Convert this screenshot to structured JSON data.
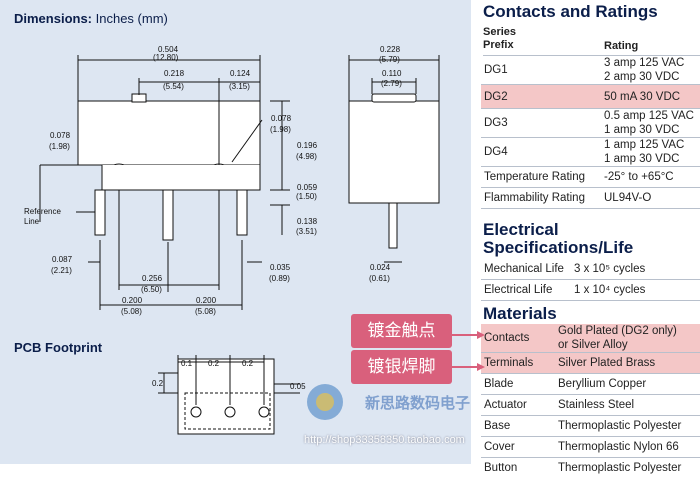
{
  "left": {
    "dims_bold": "Dimensions:",
    "dims_rest": " Inches (mm)",
    "pcb_title": "PCB Footprint",
    "dims": {
      "d1": "0.504",
      "d1m": "(12.80)",
      "d2": "0.218",
      "d2m": "(5.54)",
      "d3": "0.124",
      "d3m": "(3.15)",
      "d4": "0.228",
      "d4m": "(5.79)",
      "d5": "0.110",
      "d5m": "(2.79)",
      "d6": "0.078",
      "d6m": "(1.98)",
      "d7": "0.078",
      "d7m": "(1.98)",
      "d8": "0.196",
      "d8m": "(4.98)",
      "d9": "0.059",
      "d9m": "(1.50)",
      "d10": "0.138",
      "d10m": "(3.51)",
      "d11": "0.087",
      "d11m": "(2.21)",
      "d12": "0.256",
      "d12m": "(6.50)",
      "d13": "0.200",
      "d13m": "(5.08)",
      "d14": "0.200",
      "d14m": "(5.08)",
      "d15": "0.035",
      "d15m": "(0.89)",
      "d16": "0.024",
      "d16m": "(0.61)",
      "ref1": "Reference",
      "ref2": "Line",
      "p1": "0.1",
      "p2": "0.2",
      "p3": "0.2",
      "p4": "0.2",
      "p5": "0.05"
    }
  },
  "contacts": {
    "title": "Contacts and Ratings",
    "col1a": "Series",
    "col1b": "Prefix",
    "col2": "Rating",
    "rows": [
      {
        "prefix": "DG1",
        "l1": "3 amp 125 VAC",
        "l2": "2 amp 30 VDC"
      },
      {
        "prefix": "DG2",
        "l1": "50 mA 30 VDC",
        "l2": ""
      },
      {
        "prefix": "DG3",
        "l1": "0.5 amp 125 VAC",
        "l2": "1 amp 30 VDC"
      },
      {
        "prefix": "DG4",
        "l1": "1 amp 125 VAC",
        "l2": "1 amp 30 VDC"
      }
    ],
    "temp_label": "Temperature Rating",
    "temp_value": "-25° to +65°C",
    "flam_label": "Flammability Rating",
    "flam_value": "UL94V-O"
  },
  "electrical": {
    "title1": "Electrical",
    "title2": "Specifications/Life",
    "mech_label": "Mechanical Life",
    "mech_value": "3 x 10⁵ cycles",
    "elec_label": "Electrical Life",
    "elec_value": "1 x 10⁴ cycles"
  },
  "materials": {
    "title": "Materials",
    "contacts_label": "Contacts",
    "contacts_l1": "Gold Plated (DG2 only)",
    "contacts_l2": "or Silver Alloy",
    "terminals_label": "Terminals",
    "terminals_value": "Silver Plated Brass",
    "rows": [
      {
        "label": "Blade",
        "value": "Beryllium Copper"
      },
      {
        "label": "Actuator",
        "value": "Stainless Steel"
      },
      {
        "label": "Base",
        "value": "Thermoplastic Polyester"
      },
      {
        "label": "Cover",
        "value": "Thermoplastic Nylon 66"
      },
      {
        "label": "Button",
        "value": "Thermoplastic Polyester"
      }
    ]
  },
  "callouts": {
    "gold": "镀金触点",
    "silver": "镀银焊脚"
  },
  "watermark": {
    "name": "新思路数码电子",
    "url": "http://shop33358350.taobao.com"
  },
  "colors": {
    "heading": "#0b1e4a",
    "highlight": "#f4c7c7",
    "callout": "#d9607c",
    "panel": "#dde6f2"
  }
}
